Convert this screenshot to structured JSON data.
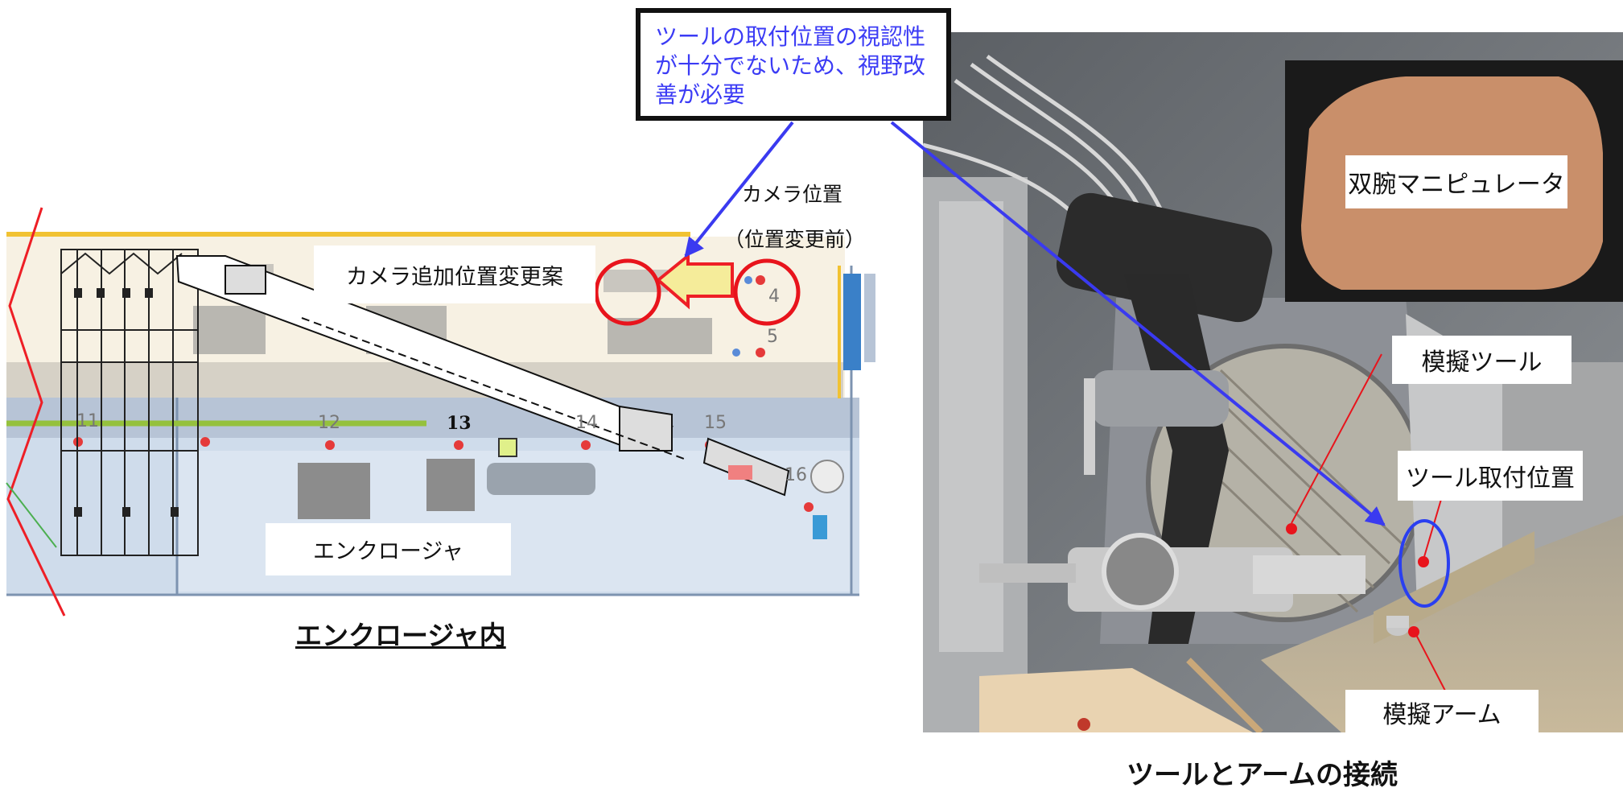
{
  "callout": {
    "lines": [
      "ツールの取付位置の視認性",
      "が十分でないため、視野改",
      "善が必要"
    ]
  },
  "plan": {
    "camera_position_label": "カメラ位置",
    "camera_position_sub": "（位置変更前）",
    "camera_proposal_label": "カメラ追加位置変更案",
    "enclosure_label": "エンクロージャ",
    "caption": "エンクロージャ内",
    "numbers": [
      "4",
      "5",
      "11",
      "12",
      "13",
      "14",
      "15",
      "16"
    ]
  },
  "photo": {
    "manipulator_label": "双腕マニピュレータ",
    "mock_tool_label": "模擬ツール",
    "tool_mount_label": "ツール取付位置",
    "mock_arm_label": "模擬アーム",
    "caption": "ツールとアームの接続"
  },
  "colors": {
    "callout_text": "#3b3bf5",
    "callout_arrow": "#3a3af0",
    "highlight_circle": "#e8141c",
    "tool_ring": "#2a3ff0",
    "plan_upper": "#f6f0e3",
    "plan_lower": "#cfdcec"
  }
}
